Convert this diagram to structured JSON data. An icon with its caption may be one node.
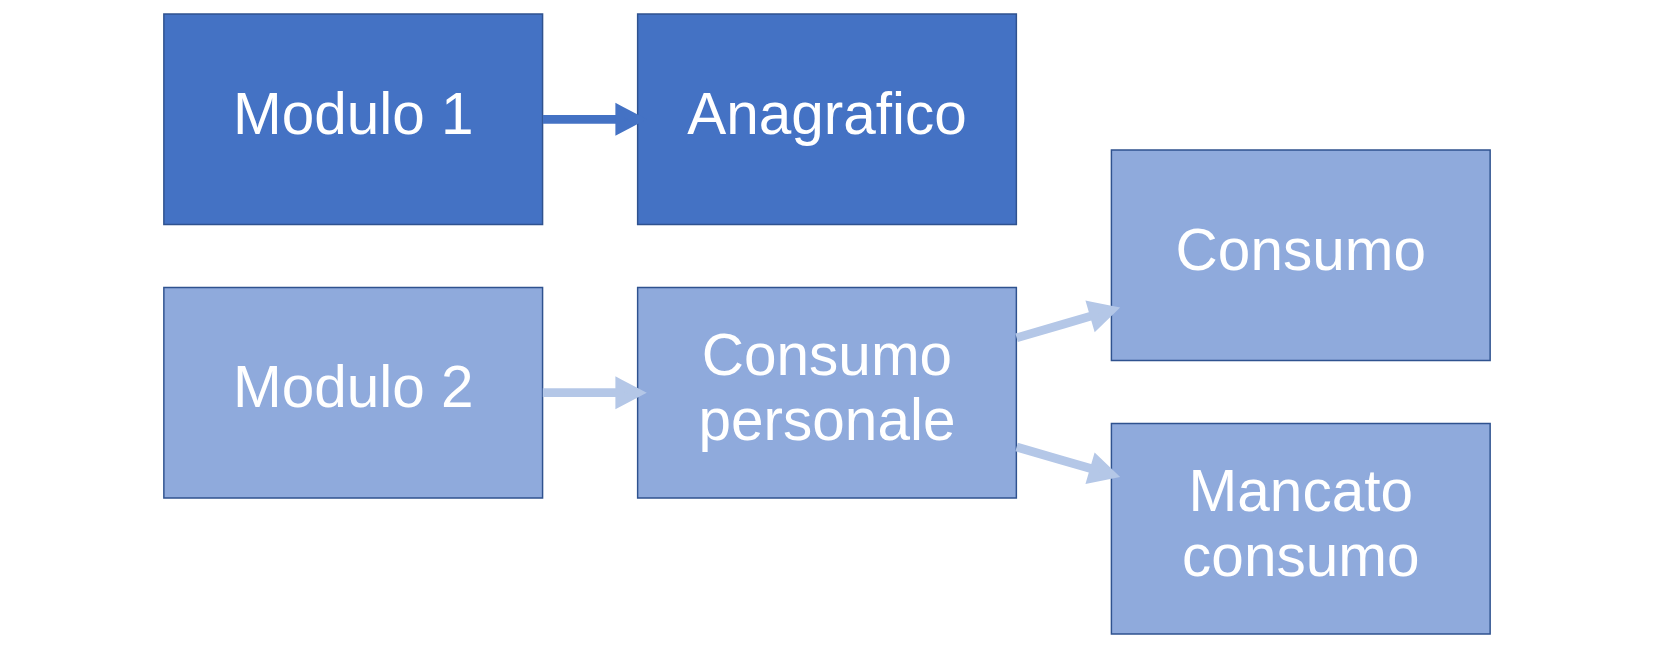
{
  "diagram": {
    "nodes": [
      {
        "text": [
          "Modulo 1"
        ]
      },
      {
        "text": [
          "Anagrafico"
        ]
      },
      {
        "text": [
          "Consumo"
        ]
      },
      {
        "text": [
          "Modulo 2"
        ]
      },
      {
        "text": [
          "Consumo personale"
        ]
      },
      {
        "text": [
          "Mancato consumo"
        ]
      }
    ],
    "edges": [
      {
        "from": 0,
        "to": 1,
        "arrow": "to",
        "color": "#4472c4"
      },
      {
        "from": 3,
        "to": 4,
        "arrow": "to"
      },
      {
        "from": 4,
        "to": 2,
        "arrow": "to"
      },
      {
        "from": 4,
        "to": 5,
        "arrow": "to"
      }
    ]
  }
}
